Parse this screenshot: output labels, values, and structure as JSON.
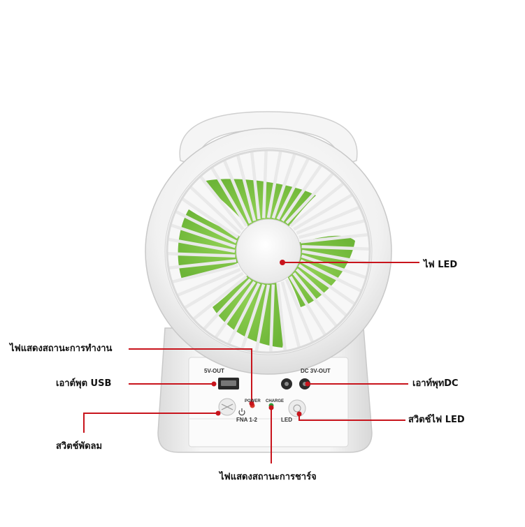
{
  "callouts": {
    "led_light": "ไฟ LED",
    "status_light": "ไฟแสดงสถานะการทำงาน",
    "usb_out": "เอาต์พุต USB",
    "dc_out": "เอาท์พุทDC",
    "fan_switch": "สวิตช์พัดลม",
    "led_switch": "สวิตช์ไฟ LED",
    "charge_light": "ไฟแสดงสถานะการชาร์จ"
  },
  "panel": {
    "usb_port_label": "5V-OUT",
    "dc_port_label": "DC 3V-OUT",
    "power_label": "POWER",
    "charge_label": "CHARGE",
    "fan_switch_label": "FNA 1-2",
    "led_switch_label": "LED"
  },
  "colors": {
    "callout_line": "#c8141c",
    "blade_green": "#7cc242",
    "body_white": "#f4f4f4",
    "power_indicator": "#d93a2b",
    "charge_indicator": "#2e9d3a"
  }
}
